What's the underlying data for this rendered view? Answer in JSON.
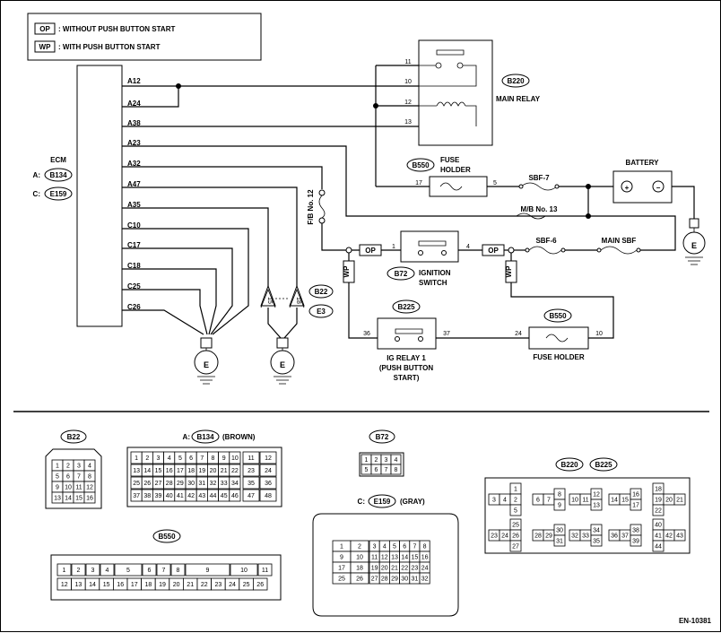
{
  "legend": {
    "op_tag": "OP",
    "op_text": ": WITHOUT PUSH BUTTON START",
    "wp_tag": "WP",
    "wp_text": ": WITH PUSH BUTTON START"
  },
  "ecm": {
    "label": "ECM",
    "conn_a_prefix": "A:",
    "conn_a": "B134",
    "conn_c_prefix": "C:",
    "conn_c": "E159",
    "pins": [
      "A12",
      "A24",
      "A38",
      "A23",
      "A32",
      "A47",
      "A35",
      "C10",
      "C17",
      "C18",
      "C25",
      "C26"
    ]
  },
  "main_relay": {
    "connector": "B220",
    "label": "MAIN RELAY",
    "pins": [
      "11",
      "10",
      "12",
      "13"
    ]
  },
  "fuse_holder_b550_top": {
    "connector": "B550",
    "label_line1": "FUSE",
    "label_line2": "HOLDER",
    "pin_in": "17",
    "pin_out": "5"
  },
  "sbf7": "SBF-7",
  "battery": {
    "label": "BATTERY",
    "plus": "+",
    "minus": "−"
  },
  "mb": "M/B No. 13",
  "fb": "F/B No. 12",
  "ignition": {
    "connector": "B72",
    "label_line1": "IGNITION",
    "label_line2": "SWITCH",
    "pin_in": "1",
    "pin_out": "4"
  },
  "sbf6": "SBF-6",
  "main_sbf": "MAIN SBF",
  "op": "OP",
  "wp": "WP",
  "b22": "B22",
  "e3": "E3",
  "jc15": "15",
  "jc18": "18",
  "ground": "E",
  "ig_relay": {
    "connector": "B225",
    "pin_in": "36",
    "pin_out": "37",
    "label_line1": "IG RELAY 1",
    "label_line2": "(PUSH BUTTON",
    "label_line3": "START)"
  },
  "fuse_holder_b550_bottom": {
    "connector": "B550",
    "label": "FUSE HOLDER",
    "pin_in": "24",
    "pin_out": "10"
  },
  "conn_b22": {
    "label": "B22",
    "rows": [
      [
        "1",
        "2",
        "3",
        "4"
      ],
      [
        "5",
        "6",
        "7",
        "8"
      ],
      [
        "9",
        "10",
        "11",
        "12"
      ],
      [
        "13",
        "14",
        "15",
        "16"
      ]
    ]
  },
  "conn_b134": {
    "prefix": "A:",
    "label": "B134",
    "suffix": "(BROWN)",
    "rows": [
      [
        "1",
        "2",
        "3",
        "4",
        "5",
        "6",
        "7",
        "8",
        "9",
        "10"
      ],
      [
        "13",
        "14",
        "15",
        "16",
        "17",
        "18",
        "19",
        "20",
        "21",
        "22"
      ],
      [
        "25",
        "26",
        "27",
        "28",
        "29",
        "30",
        "31",
        "32",
        "33",
        "34"
      ],
      [
        "37",
        "38",
        "39",
        "40",
        "41",
        "42",
        "43",
        "44",
        "45",
        "46"
      ]
    ],
    "side": [
      [
        "11",
        "12"
      ],
      [
        "23",
        "24"
      ],
      [
        "35",
        "36"
      ],
      [
        "47",
        "48"
      ]
    ]
  },
  "conn_b72": {
    "label": "B72",
    "rows": [
      [
        "1",
        "2",
        "3",
        "4"
      ],
      [
        "5",
        "6",
        "7",
        "8"
      ]
    ]
  },
  "conn_e159": {
    "prefix": "C:",
    "label": "E159",
    "suffix": "(GRAY)",
    "left": [
      [
        "1",
        "2"
      ],
      [
        "9",
        "10"
      ],
      [
        "17",
        "18"
      ],
      [
        "25",
        "26"
      ]
    ],
    "right": [
      [
        "3",
        "4",
        "5",
        "6",
        "7",
        "8"
      ],
      [
        "11",
        "12",
        "13",
        "14",
        "15",
        "16"
      ],
      [
        "19",
        "20",
        "21",
        "22",
        "23",
        "24"
      ],
      [
        "27",
        "28",
        "29",
        "30",
        "31",
        "32"
      ]
    ]
  },
  "conn_b220_b225": {
    "label1": "B220",
    "label2": "B225",
    "cells": [
      "1",
      "2",
      "3",
      "4",
      "5",
      "6",
      "7",
      "8",
      "9",
      "10",
      "11",
      "12",
      "13",
      "14",
      "15",
      "16",
      "17",
      "18",
      "19",
      "20",
      "21",
      "22",
      "23",
      "24",
      "25",
      "26",
      "27",
      "28",
      "29",
      "30",
      "31",
      "32",
      "33",
      "34",
      "35",
      "36",
      "37",
      "38",
      "39",
      "40",
      "41",
      "42",
      "43",
      "44"
    ]
  },
  "conn_b550": {
    "label": "B550",
    "top": [
      "1",
      "2",
      "3",
      "4",
      "5",
      "6",
      "7",
      "8",
      "9",
      "10",
      "11"
    ],
    "bottom": [
      "12",
      "13",
      "14",
      "15",
      "16",
      "17",
      "18",
      "19",
      "20",
      "21",
      "22",
      "23",
      "24",
      "25",
      "26"
    ]
  },
  "figure_id": "EN-10381"
}
